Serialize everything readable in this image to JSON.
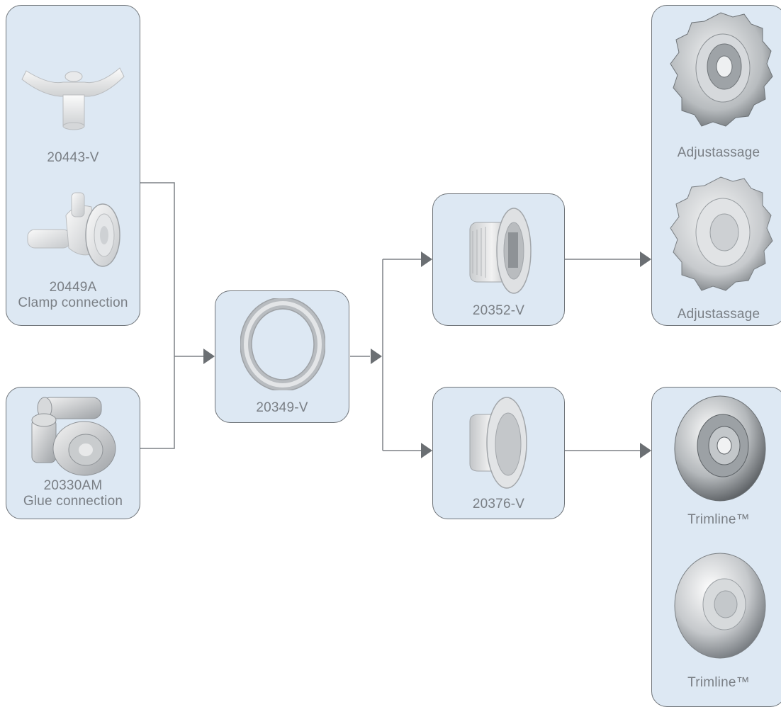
{
  "parts": {
    "p20443v": {
      "label": "20443-V"
    },
    "p20449a": {
      "label": "20449A",
      "sublabel": "Clamp connection"
    },
    "p20330am": {
      "label": "20330AM",
      "sublabel": "Glue connection"
    },
    "p20349v": {
      "label": "20349-V"
    },
    "p20352v": {
      "label": "20352-V"
    },
    "p20376v": {
      "label": "20376-V"
    },
    "adjust1": {
      "label": "Adjustassage"
    },
    "adjust2": {
      "label": "Adjustassage"
    },
    "trim1": {
      "label": "Trimline™"
    },
    "trim2": {
      "label": "Trimline™"
    }
  },
  "colors": {
    "box_fill": "#dde8f3",
    "box_border": "#6f7479",
    "connector": "#7d8185",
    "arrow": "#6b6f73",
    "label_text": "#7a7f85"
  }
}
